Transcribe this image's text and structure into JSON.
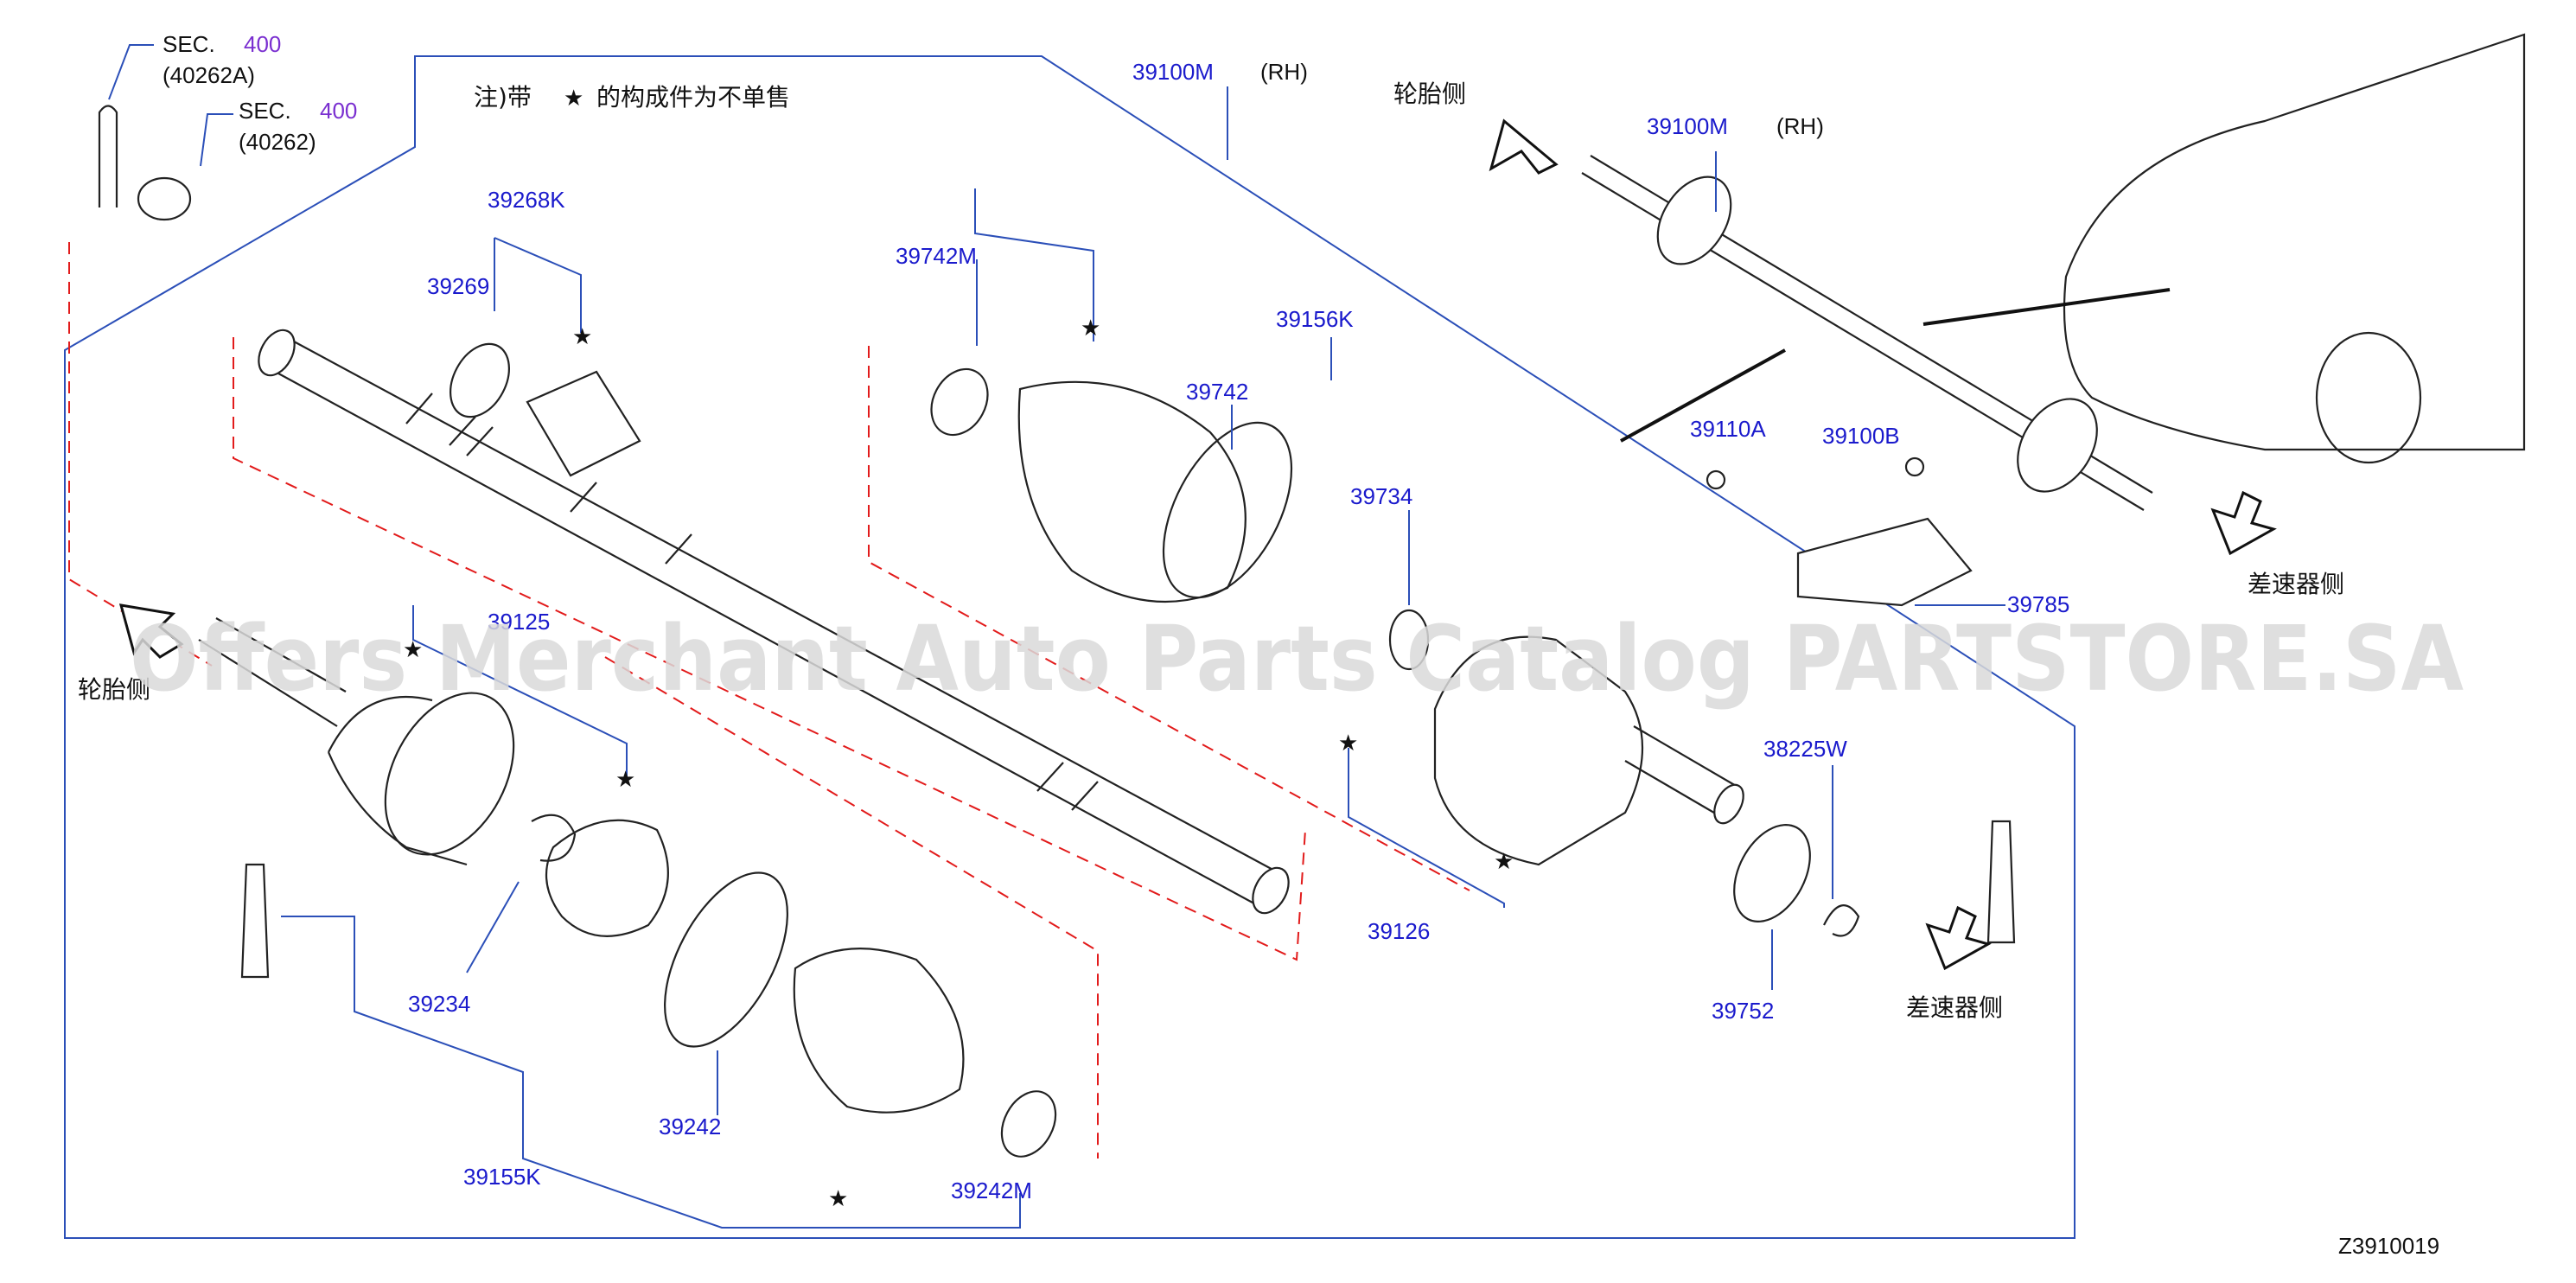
{
  "diagram": {
    "code": "Z3910019",
    "note_prefix": "注)带",
    "note_suffix": "的构成件为不单售",
    "watermark": "Offers Merchant Auto Parts Catalog PARTSTORE.SA",
    "directions": {
      "wheel_side": "轮胎侧",
      "diff_side": "差速器侧"
    },
    "sec_refs": [
      {
        "sec": "SEC.",
        "num": "400",
        "code": "(40262A)"
      },
      {
        "sec": "SEC.",
        "num": "400",
        "code": "(40262)"
      }
    ],
    "parts": {
      "p39100M": "39100M",
      "rh": "(RH)",
      "p39268K": "39268K",
      "p39269": "39269",
      "p39742M": "39742M",
      "p39742": "39742",
      "p39156K": "39156K",
      "p39734": "39734",
      "p39125": "39125",
      "p39234": "39234",
      "p39242": "39242",
      "p39155K": "39155K",
      "p39242M": "39242M",
      "p39126": "39126",
      "p39752": "39752",
      "p38225W": "38225W",
      "p39110A": "39110A",
      "p39100B": "39100B",
      "p39785": "39785"
    }
  }
}
